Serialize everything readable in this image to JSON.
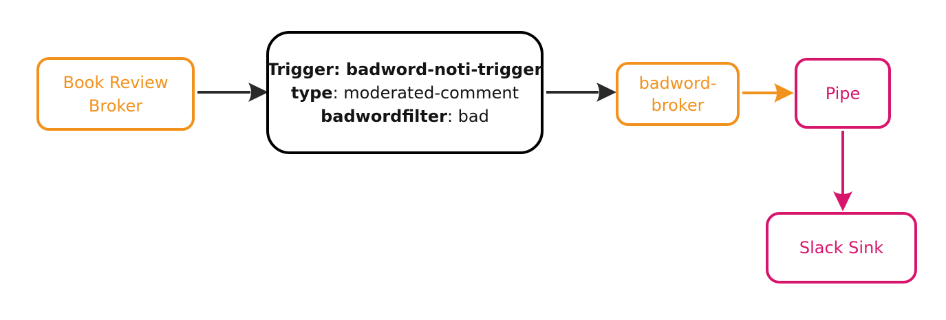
{
  "diagram": {
    "description": "Knative-style eventing flow diagram"
  },
  "colors": {
    "orange": "#F2921E",
    "pink": "#D8156C",
    "arrow_dark": "#2A2A2A",
    "node_black": "#000000"
  },
  "nodes": {
    "book_review_broker": {
      "line1": "Book Review",
      "line2": "Broker"
    },
    "trigger": {
      "title_bold": "Trigger: badword-noti-trigger",
      "rows": [
        {
          "key": "type",
          "value": ": moderated-comment"
        },
        {
          "key": "badwordfilter",
          "value": ": bad"
        }
      ]
    },
    "badword_broker": {
      "line1": "badword-",
      "line2": "broker"
    },
    "pipe": {
      "label": "Pipe"
    },
    "slack_sink": {
      "label": "Slack Sink"
    }
  },
  "edges": [
    {
      "from": "book-review-broker",
      "to": "trigger",
      "color": "black"
    },
    {
      "from": "trigger",
      "to": "badword-broker",
      "color": "black"
    },
    {
      "from": "badword-broker",
      "to": "pipe",
      "color": "orange"
    },
    {
      "from": "pipe",
      "to": "slack-sink",
      "color": "pink"
    }
  ]
}
